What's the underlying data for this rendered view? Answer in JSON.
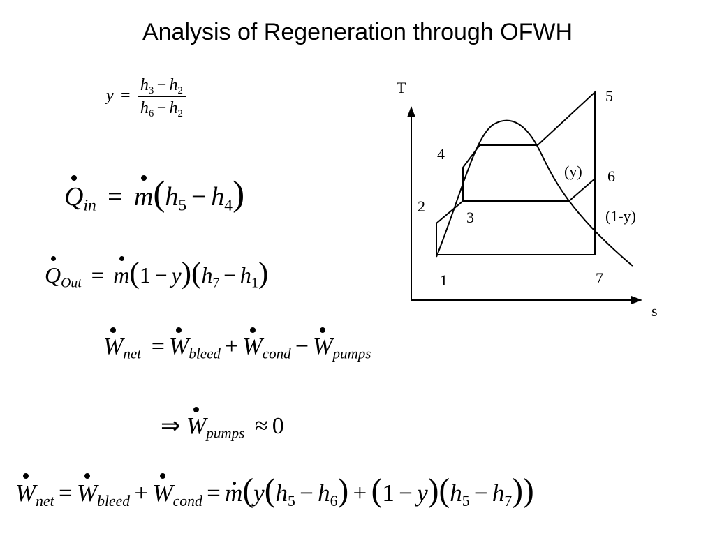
{
  "title": "Analysis of Regeneration through OFWH",
  "eq_y": {
    "lhs": "y",
    "equals": "=",
    "num": [
      "h",
      "3",
      "−",
      "h",
      "2"
    ],
    "den": [
      "h",
      "6",
      "−",
      "h",
      "2"
    ]
  },
  "eq_qin": {
    "q": "Q",
    "q_sub": "in",
    "equals": "=",
    "m": "m",
    "lp": "(",
    "h_a": "h",
    "a_sub": "5",
    "minus": "−",
    "h_b": "h",
    "b_sub": "4",
    "rp": ")"
  },
  "eq_qout": {
    "q": "Q",
    "q_sub": "Out",
    "equals": "=",
    "m": "m",
    "lp1": "(",
    "one": "1",
    "minus1": "−",
    "y": "y",
    "rp1": ")",
    "lp2": "(",
    "h_a": "h",
    "a_sub": "7",
    "minus2": "−",
    "h_b": "h",
    "b_sub": "1",
    "rp2": ")"
  },
  "eq_wnet": {
    "w1": "W",
    "w1_sub": "net",
    "equals": "=",
    "w2": "W",
    "w2_sub": "bleed",
    "plus": "+",
    "w3": "W",
    "w3_sub": "cond",
    "minus": "−",
    "w4": "W",
    "w4_sub": "pumps"
  },
  "eq_pumps": {
    "implies": "⇒",
    "w": "W",
    "w_sub": "pumps",
    "approx": "≈",
    "zero": "0"
  },
  "eq_final": {
    "w1": "W",
    "w1_sub": "net",
    "eq1": "=",
    "w2": "W",
    "w2_sub": "bleed",
    "plus1": "+",
    "w3": "W",
    "w3_sub": "cond",
    "eq2": "=",
    "m": "m",
    "lp0": "(",
    "y": "y",
    "lp1": "(",
    "h_a": "h",
    "a_sub": "5",
    "minus1": "−",
    "h_b": "h",
    "b_sub": "6",
    "rp1": ")",
    "plus2": "+",
    "lp2": "(",
    "one": "1",
    "minus2": "−",
    "y2": "y",
    "rp2": ")",
    "lp3": "(",
    "h_c": "h",
    "c_sub": "5",
    "minus3": "−",
    "h_d": "h",
    "d_sub": "7",
    "rp3": "))"
  },
  "diagram": {
    "axis_t": "T",
    "axis_s": "s",
    "points": [
      "1",
      "2",
      "3",
      "4",
      "5",
      "6",
      "7"
    ],
    "label_y": "(y)",
    "label_1my": "(1-y)"
  }
}
